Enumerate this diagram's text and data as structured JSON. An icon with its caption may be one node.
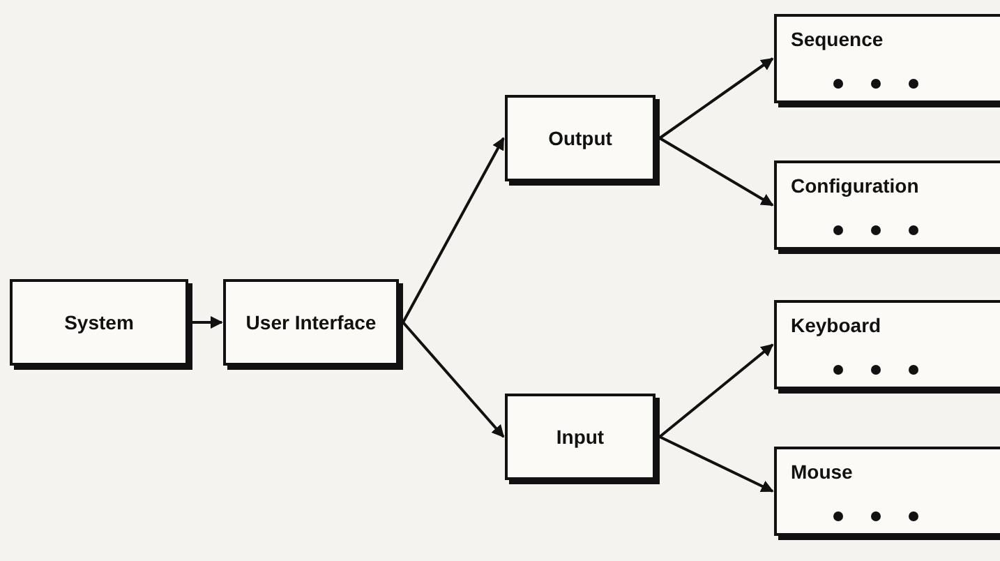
{
  "diagram": {
    "nodes": [
      {
        "text": [
          "System"
        ]
      },
      {
        "text": [
          "User Interface"
        ]
      },
      {
        "text": [
          "Output"
        ]
      },
      {
        "text": [
          "Input"
        ]
      },
      {
        "text": [
          "Sequence"
        ]
      },
      {
        "text": [
          "Configuration"
        ]
      },
      {
        "text": [
          "Keyboard"
        ]
      },
      {
        "text": [
          "Mouse"
        ]
      }
    ],
    "edges": [
      {
        "from": 0,
        "to": 1,
        "arrow": "to"
      },
      {
        "from": 1,
        "to": 2,
        "arrow": "to"
      },
      {
        "from": 1,
        "to": 3,
        "arrow": "to"
      },
      {
        "from": 2,
        "to": 4,
        "arrow": "to"
      },
      {
        "from": 2,
        "to": 5,
        "arrow": "to"
      },
      {
        "from": 3,
        "to": 6,
        "arrow": "to"
      },
      {
        "from": 3,
        "to": 7,
        "arrow": "to"
      }
    ]
  }
}
